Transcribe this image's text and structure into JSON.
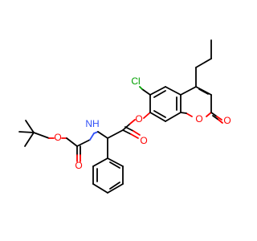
{
  "atoms": {
    "cl": {
      "label": "Cl",
      "color": "#00a000"
    },
    "nh": {
      "label": "NH",
      "color": "#3050f8"
    },
    "o_ester": {
      "label": "O",
      "color": "#ff0000"
    },
    "o_ester_carbonyl": {
      "label": "O",
      "color": "#ff0000"
    },
    "o_carbamate": {
      "label": "O",
      "color": "#ff0000"
    },
    "o_carbamate_carbonyl": {
      "label": "O",
      "color": "#ff0000"
    },
    "o_ring": {
      "label": "O",
      "color": "#ff0000"
    },
    "o_lactone_carbonyl": {
      "label": "O",
      "color": "#ff0000"
    }
  }
}
